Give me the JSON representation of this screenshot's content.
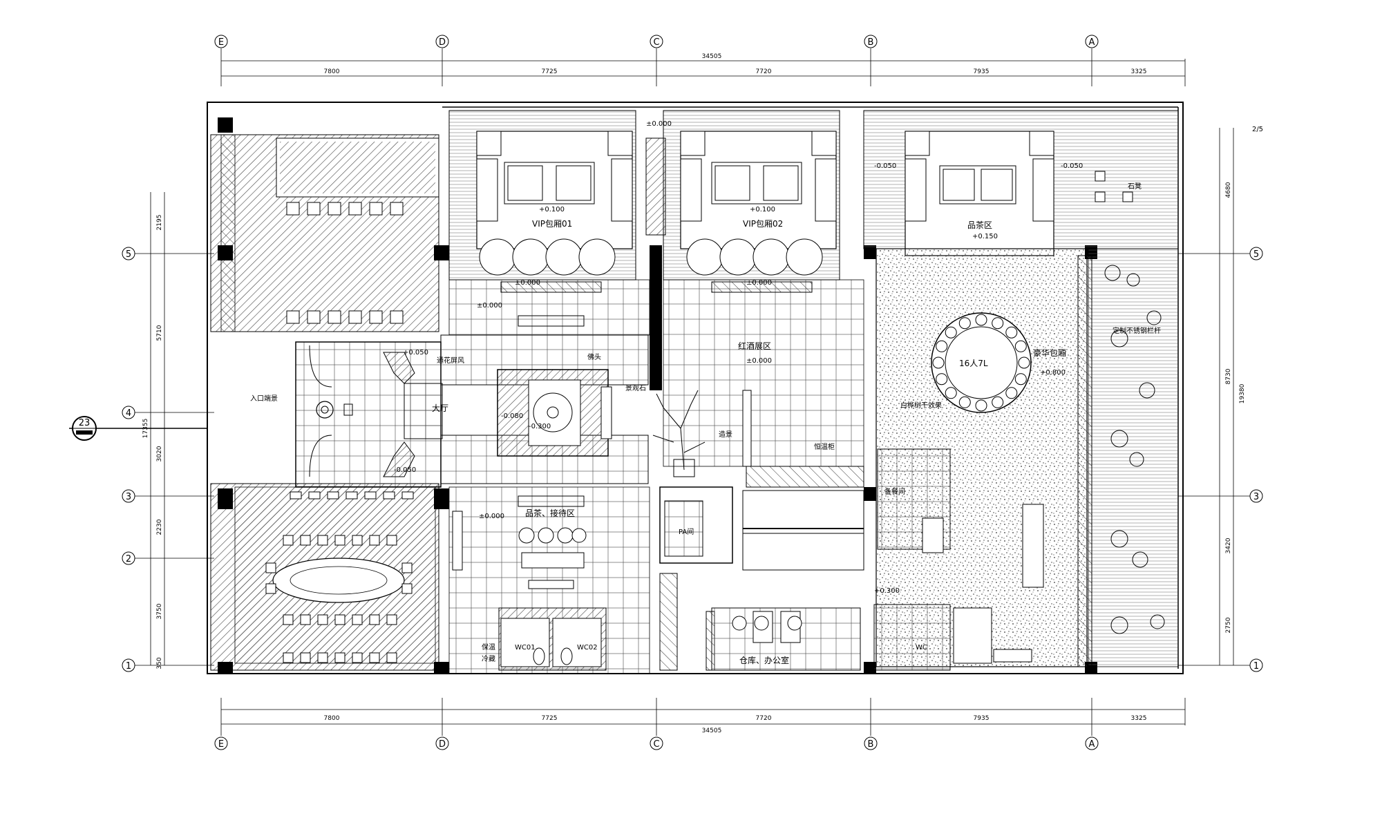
{
  "plan": {
    "axes_columns": [
      "E",
      "D",
      "C",
      "B",
      "A"
    ],
    "axes_rows": [
      "5",
      "4",
      "3",
      "2",
      "1"
    ],
    "dims_top": [
      "7800",
      "7725",
      "7720",
      "7935",
      "3325"
    ],
    "dims_top_total": "34505",
    "dims_bottom": [
      "7800",
      "7725",
      "7720",
      "7935",
      "3325"
    ],
    "dims_bottom_total": "34505",
    "dims_left": [
      "2195",
      "5710",
      "3020",
      "2230",
      "3750",
      "350"
    ],
    "dims_left_total": "17355",
    "dims_right": [
      "4680",
      "8730",
      "3420",
      "2750"
    ],
    "dims_right_total": "19380",
    "right_top_label": "2/5",
    "section_marker": "23",
    "rooms": {
      "vip1": "VIP包厢01",
      "vip2": "VIP包厢02",
      "tea": "品茶区",
      "wine": "红酒展区",
      "luxury": "豪华包厢",
      "lobby": "大厅",
      "entrance": "入口端景",
      "screen": "通花屏风",
      "buddha": "佛头",
      "stone": "景观石",
      "scene": "造景",
      "thermo": "恒温柜",
      "birch": "白桦树干效果",
      "reception": "品茶、接待区",
      "pa": "PA间",
      "storage": "仓库、办公室",
      "prep": "备餐间",
      "wc": "WC",
      "wc01": "WC01",
      "wc02": "WC02",
      "warm": "保温",
      "cold": "冷藏",
      "stone_stool": "石凳",
      "railing": "定制不锈钢栏杆",
      "seats": "16人7L"
    },
    "levels": {
      "l0": "±0.000",
      "l100": "+0.100",
      "l050n": "-0.050",
      "l150": "+0.150",
      "l300": "+0.300",
      "l800": "+0.800",
      "l050": "+0.050",
      "l300n": "-0.300",
      "l080n": "-0.080"
    },
    "colors": {
      "line": "#000000",
      "paper": "#ffffff",
      "hatch": "#555555"
    }
  }
}
